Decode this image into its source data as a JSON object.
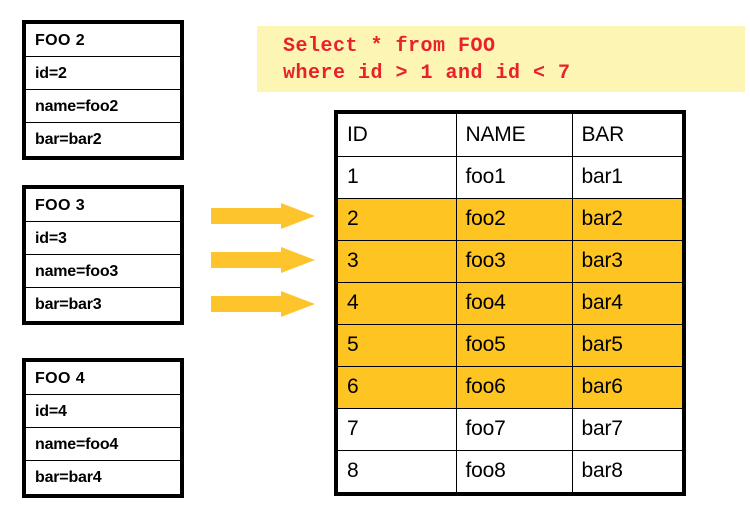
{
  "colors": {
    "highlight_row": "#fdc422",
    "sql_background": "#fcf5b4",
    "sql_text": "#e8212a",
    "arrow": "#fdc52b",
    "border": "#000000"
  },
  "object_boxes": [
    {
      "title": "FOO 2",
      "fields": [
        "id=2",
        "name=foo2",
        "bar=bar2"
      ]
    },
    {
      "title": "FOO 3",
      "fields": [
        "id=3",
        "name=foo3",
        "bar=bar3"
      ]
    },
    {
      "title": "FOO 4",
      "fields": [
        "id=4",
        "name=foo4",
        "bar=bar4"
      ]
    }
  ],
  "sql": {
    "line1": "Select * from FOO",
    "line2": "where id > 1 and id < 7"
  },
  "arrows": [
    {
      "name": "arrow-right-1"
    },
    {
      "name": "arrow-right-2"
    },
    {
      "name": "arrow-right-3"
    }
  ],
  "result_table": {
    "columns": [
      "ID",
      "NAME",
      "BAR"
    ],
    "rows": [
      {
        "id": "1",
        "name": "foo1",
        "bar": "bar1",
        "highlighted": false
      },
      {
        "id": "2",
        "name": "foo2",
        "bar": "bar2",
        "highlighted": true
      },
      {
        "id": "3",
        "name": "foo3",
        "bar": "bar3",
        "highlighted": true
      },
      {
        "id": "4",
        "name": "foo4",
        "bar": "bar4",
        "highlighted": true
      },
      {
        "id": "5",
        "name": "foo5",
        "bar": "bar5",
        "highlighted": true
      },
      {
        "id": "6",
        "name": "foo6",
        "bar": "bar6",
        "highlighted": true
      },
      {
        "id": "7",
        "name": "foo7",
        "bar": "bar7",
        "highlighted": false
      },
      {
        "id": "8",
        "name": "foo8",
        "bar": "bar8",
        "highlighted": false
      }
    ]
  }
}
